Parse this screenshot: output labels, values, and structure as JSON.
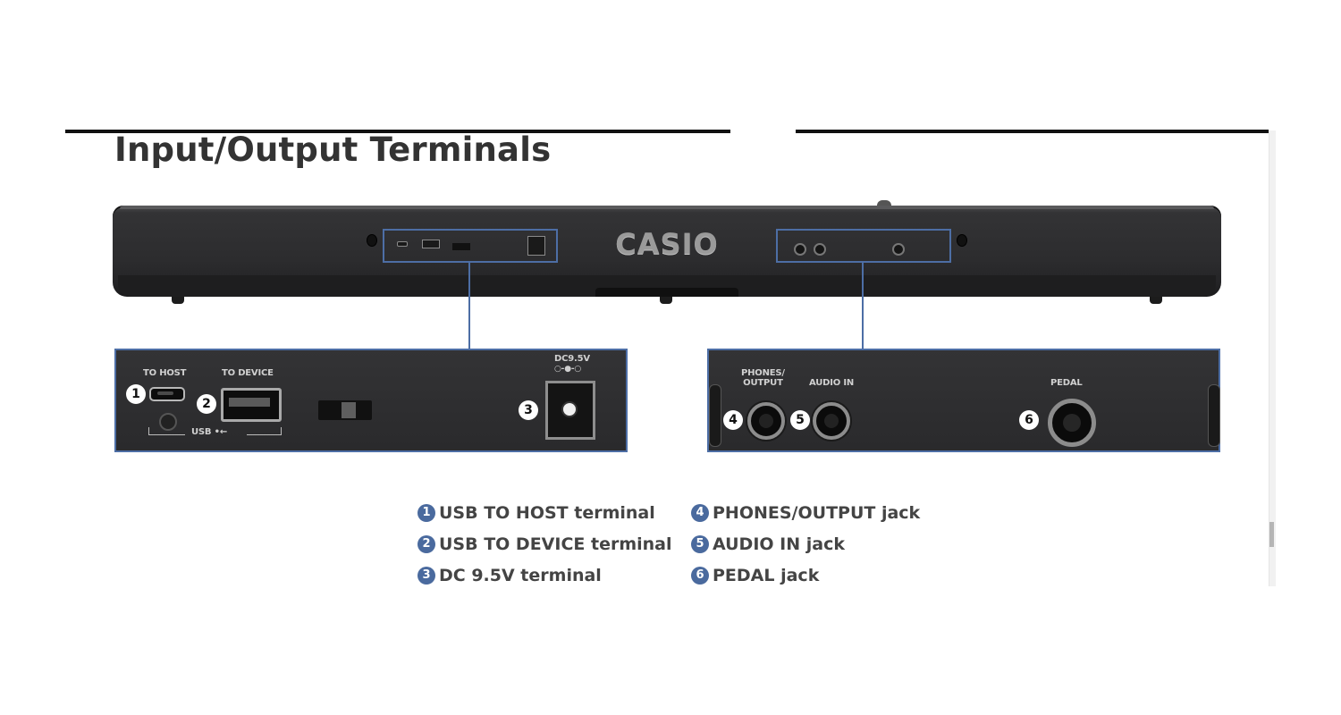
{
  "page": {
    "title": "Input/Output Terminals"
  },
  "keyboard": {
    "brand": "CASIO"
  },
  "zoom_left": {
    "labels": {
      "to_host": "TO HOST",
      "to_device": "TO DEVICE",
      "usb": "USB",
      "dc": "DC9.5V"
    },
    "badges": [
      "1",
      "2",
      "3"
    ]
  },
  "zoom_right": {
    "labels": {
      "phones": "PHONES/\nOUTPUT",
      "audio_in": "AUDIO IN",
      "pedal": "PEDAL"
    },
    "badges": [
      "4",
      "5",
      "6"
    ]
  },
  "legend": {
    "items": [
      {
        "num": "1",
        "label": "USB TO HOST terminal"
      },
      {
        "num": "2",
        "label": "USB TO DEVICE terminal"
      },
      {
        "num": "3",
        "label": "DC 9.5V terminal"
      },
      {
        "num": "4",
        "label": "PHONES/OUTPUT jack"
      },
      {
        "num": "5",
        "label": "AUDIO IN jack"
      },
      {
        "num": "6",
        "label": "PEDAL jack"
      }
    ]
  },
  "colors": {
    "accent": "#4d6ea5",
    "legend_badge": "#4a6a9e",
    "title": "#333333"
  }
}
